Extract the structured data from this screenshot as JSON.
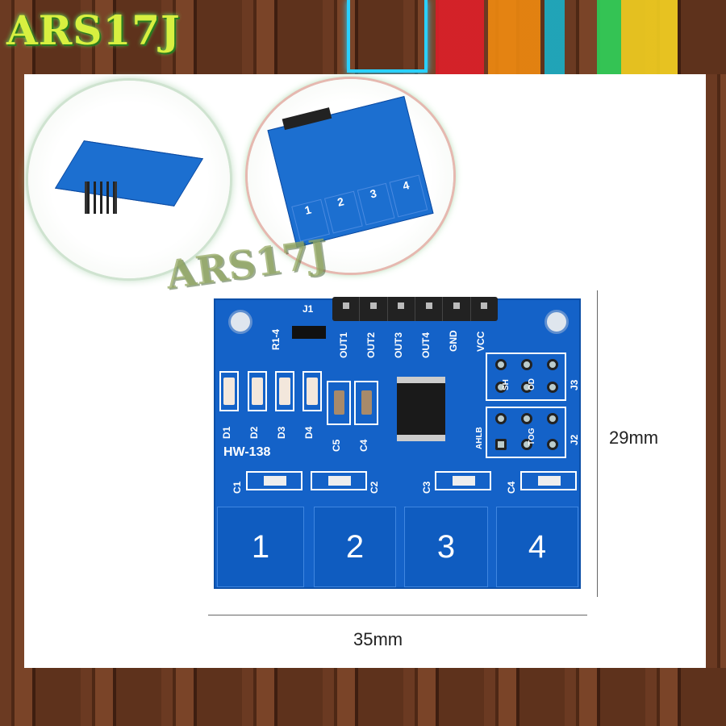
{
  "logo": "ARS17J",
  "watermark": "ARS17J",
  "board": {
    "model": "HW-138",
    "header_label": "J1",
    "resistor_label": "R1-4",
    "pins": [
      "OUT1",
      "OUT2",
      "OUT3",
      "OUT4",
      "GND",
      "VCC"
    ],
    "leds": [
      "D1",
      "D2",
      "D3",
      "D4"
    ],
    "caps_top": [
      "C5",
      "C4"
    ],
    "jumpers": [
      {
        "name": "J3",
        "labels": [
          "SH",
          "OD"
        ]
      },
      {
        "name": "J2",
        "labels": [
          "AHLB",
          "TOG"
        ]
      }
    ],
    "caps_pads": [
      "C1",
      "C2",
      "C3",
      "C4"
    ],
    "pads": [
      "1",
      "2",
      "3",
      "4"
    ]
  },
  "mini_pads": [
    "1",
    "2",
    "3",
    "4"
  ],
  "dimensions": {
    "height": "29mm",
    "width": "35mm"
  },
  "colors": {
    "pcb": "#1462c8",
    "logo": "#d8f040"
  }
}
